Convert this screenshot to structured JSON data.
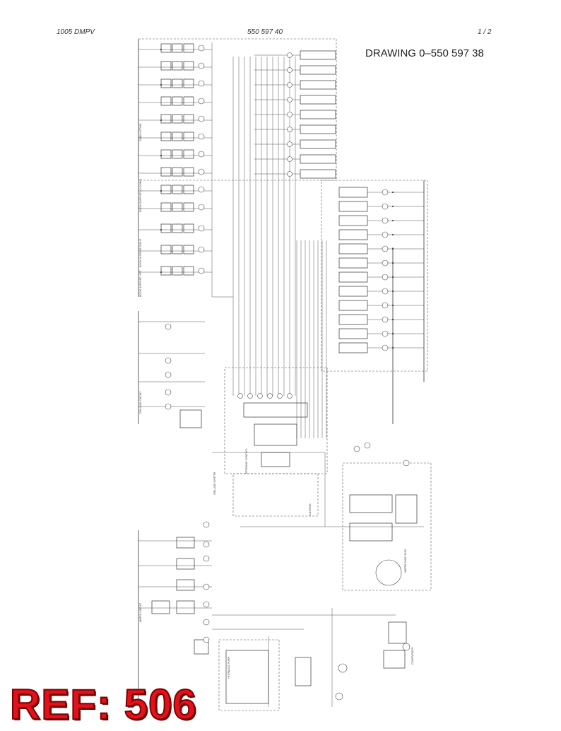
{
  "header": {
    "left": "1005 DMPV",
    "center": "550 597 40",
    "right": "1 /  2"
  },
  "drawing": {
    "title": "DRAWING 0–550 597 38"
  },
  "badge": {
    "text": "REF: 506",
    "color": "#e3111b"
  },
  "schematic": {
    "labels": [
      "BOOM SUPPORT LEFT",
      "BOOM SUPPORT RIGHT",
      "BOOM SUPPORT (CLOSING)",
      "CABIN LIFTING",
      "DRILLING CIRCUIT",
      "WATER CIRCUIT",
      "COMPRESSOR",
      "WATER PUMP 1000",
      "FLUSHING",
      "DRILLING DRIFTER",
      "STEERING CONTROL",
      "HYDRAULIC PUMP"
    ]
  }
}
